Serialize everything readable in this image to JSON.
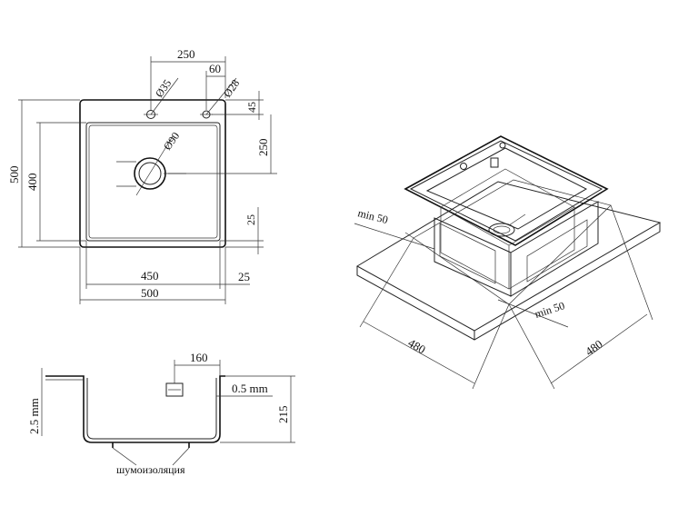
{
  "top_view": {
    "dim_top_250": "250",
    "dim_top_60": "60",
    "dim_d35": "Ø35",
    "dim_d28": "Ø28",
    "dim_45": "45",
    "dim_right_250": "250",
    "dim_d90": "Ø90",
    "dim_right_25": "25",
    "dim_left_500": "500",
    "dim_left_400": "400",
    "dim_bottom_450": "450",
    "dim_bottom_25": "25",
    "dim_bottom_500": "500"
  },
  "side_view": {
    "dim_160": "160",
    "dim_thickness": "0.5 mm",
    "dim_2_5": "2.5 mm",
    "dim_215": "215",
    "label_insulation": "шумоизоляция"
  },
  "iso_view": {
    "dim_min50_left": "min 50",
    "dim_min50_right": "min 50",
    "dim_480_left": "480",
    "dim_480_right": "480"
  }
}
